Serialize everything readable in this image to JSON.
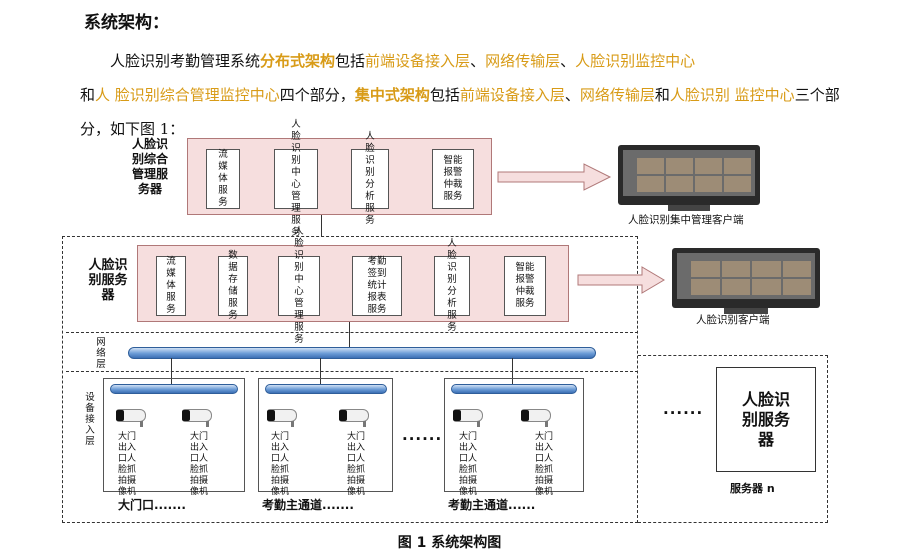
{
  "heading": "系统架构：",
  "intro": {
    "p1": "人脸识别考勤管理系统",
    "dist": "分布式架构",
    "p2": "包括",
    "d1": "前端设备接入层",
    "sep1": "、",
    "d2": "网络传输层",
    "sep2": "、",
    "d3": "人脸识别监控中心",
    "p3": "和",
    "d4": "人 脸识别综合管理监控中心",
    "p4": "四个部分，",
    "cent": "集中式架构",
    "p5": "包括",
    "c1": "前端设备接入层",
    "sep3": "、",
    "c2": "网络传输层",
    "p6": "和",
    "c3": "人脸识别 监控中心",
    "p7": "三个部分，如下图 1："
  },
  "top_server": {
    "label": "人脸识别综合管理服务器",
    "modules": [
      "流媒体服务",
      "人脸识别中心管理服务",
      "人脸识别分析服务",
      "智能报警仲裁服务"
    ]
  },
  "top_client": "人脸识别集中管理客户端",
  "server": {
    "label": "人脸识别服务器",
    "modules": [
      "流媒体服务",
      "数据存储服务",
      "人脸识别中心管理服务",
      "考勤签到统计报表服务",
      "人脸识别分析服务",
      "智能报警仲裁服务"
    ]
  },
  "client": "人脸识别客户端",
  "network_label": "网络层",
  "device_label": "设备接入层",
  "camera_text": "大门出入口人脸抓拍摄像机",
  "groups": [
    "大门口.......",
    "考勤主通道.......",
    "考勤主通道......"
  ],
  "between_dots": "......",
  "server_n_dots": "......",
  "server_n": {
    "label": "人脸识别服务器",
    "caption": "服务器 n"
  },
  "caption": "图 1 系统架构图"
}
